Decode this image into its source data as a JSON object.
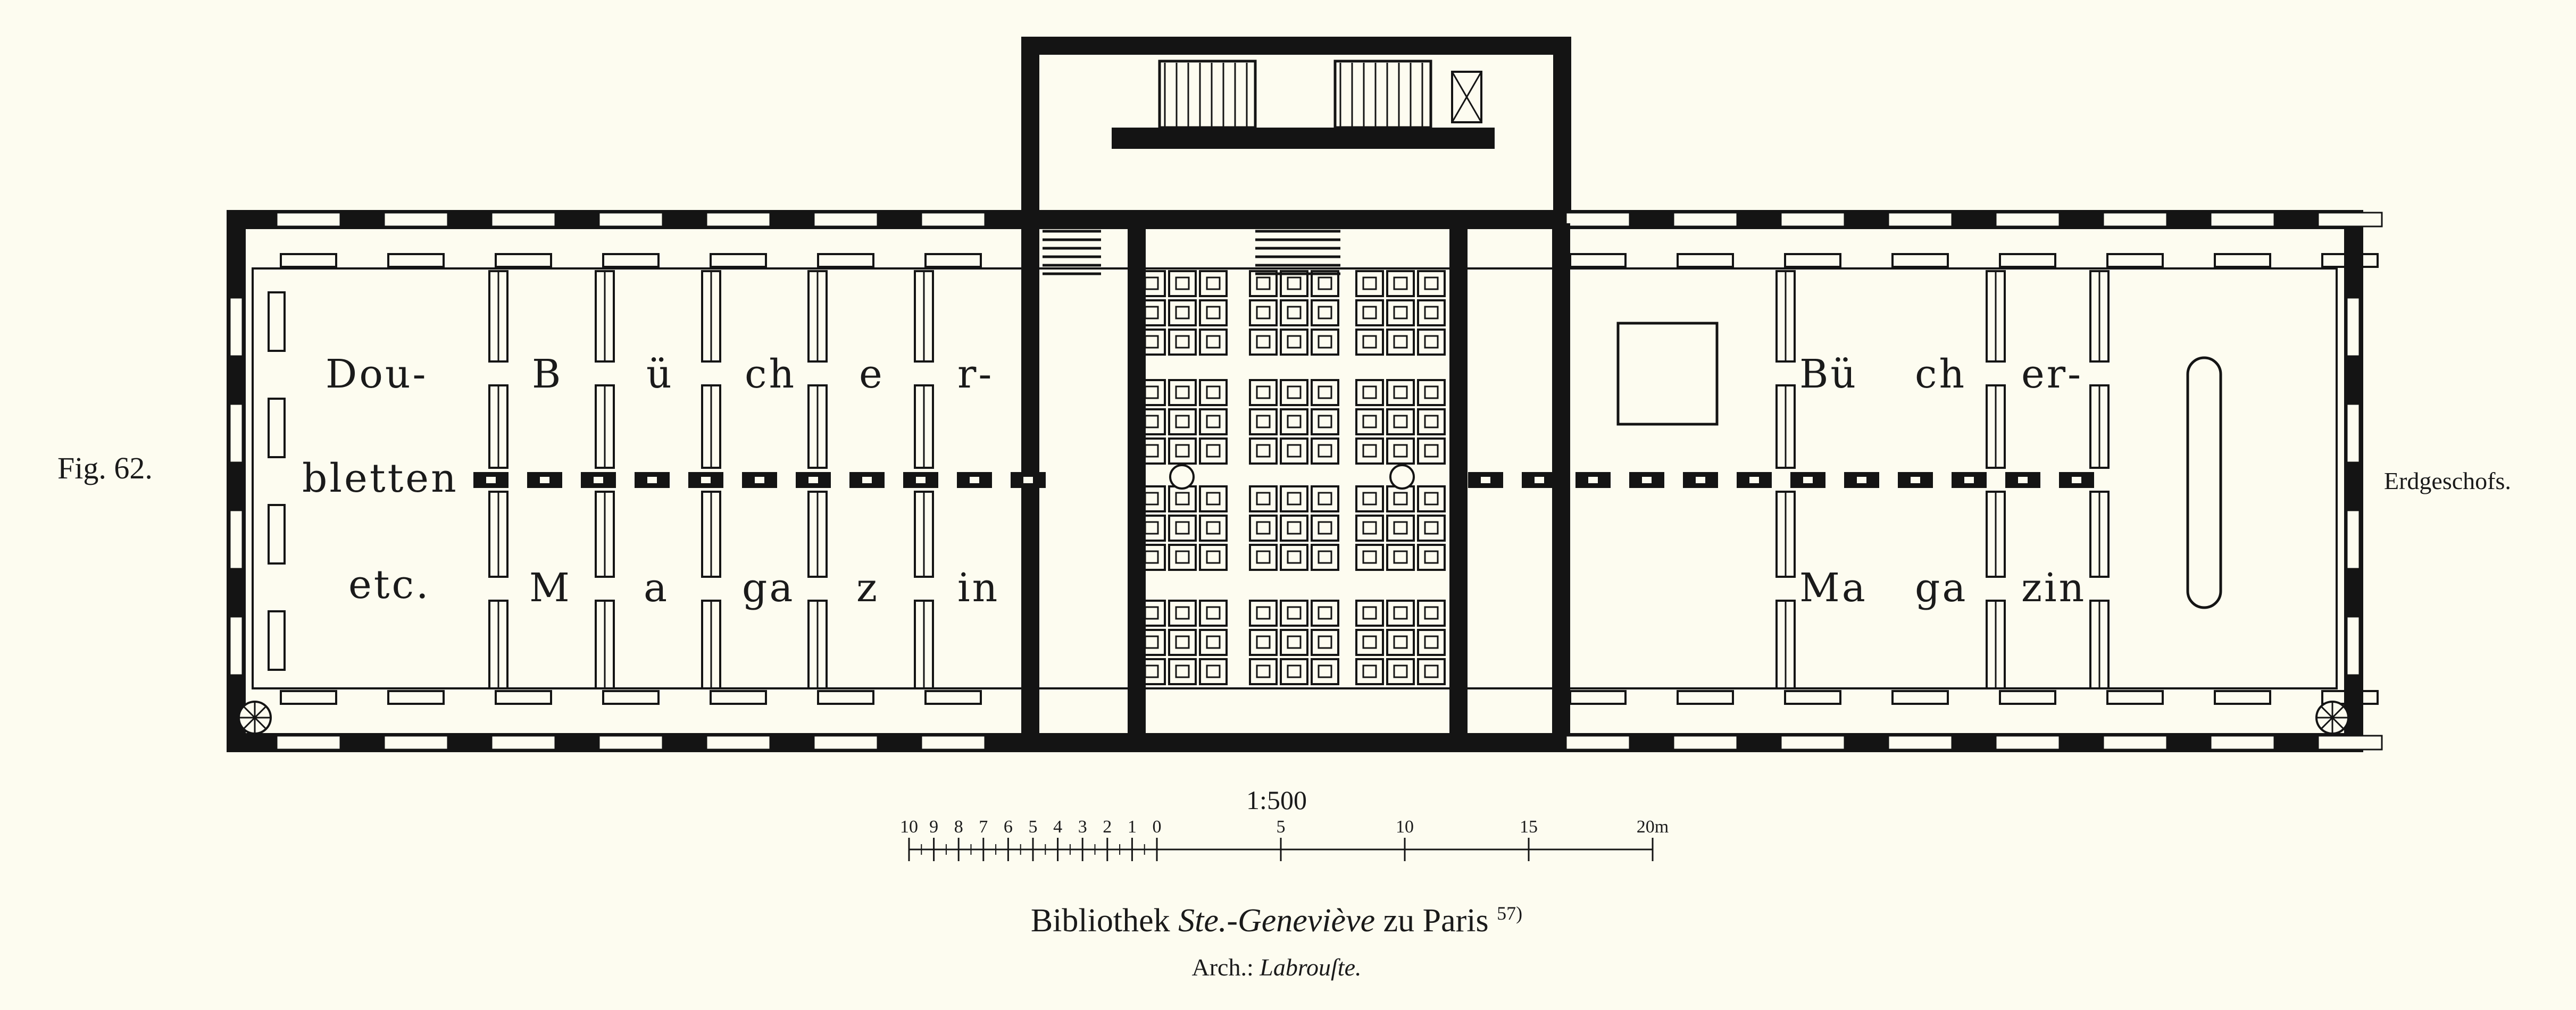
{
  "figure": {
    "number": "Fig. 62.",
    "floor": "Erdgeschofs."
  },
  "plan_labels": {
    "left": {
      "row1": [
        "Dou-",
        "B",
        "ü",
        "ch",
        "e",
        "r-"
      ],
      "row2": [
        "bletten"
      ],
      "row3": [
        "etc.",
        "M",
        "a",
        "ga",
        "z",
        "in"
      ]
    },
    "right": {
      "row1": [
        "Bü",
        "ch",
        "er-"
      ],
      "row3": [
        "Ma",
        "ga",
        "zin"
      ]
    }
  },
  "scale": {
    "ratio": "1:500",
    "ticks": [
      "10",
      "9",
      "8",
      "7",
      "6",
      "5",
      "4",
      "3",
      "2",
      "1",
      "0",
      "5",
      "10",
      "15",
      "20m"
    ]
  },
  "caption": {
    "title_prefix": "Bibliothek",
    "title_italic": "Ste.-Geneviève",
    "title_suffix": "zu Paris",
    "footnote": "57)",
    "architect_prefix": "Arch.:",
    "architect": "Labrouſte."
  }
}
